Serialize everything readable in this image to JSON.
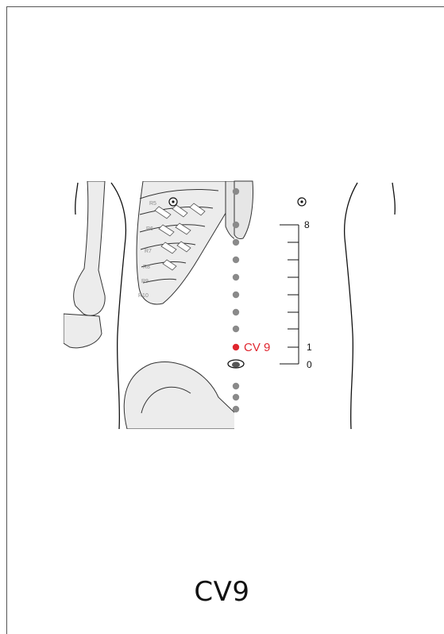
{
  "point_label": "CV 9",
  "caption": "CV9",
  "scale": {
    "top_label": "8",
    "label_1": "1",
    "label_0": "0"
  },
  "rib_labels": [
    "R5",
    "R6",
    "R7",
    "R8",
    "R9",
    "R10"
  ],
  "colors": {
    "highlight": "#e0262f",
    "dot": "#8a8a8a",
    "bone_fill": "#e9e9e9",
    "outline": "#111111"
  }
}
